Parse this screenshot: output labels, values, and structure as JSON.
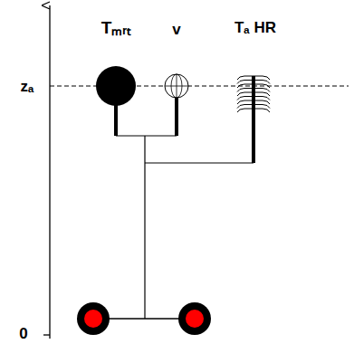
{
  "diagram": {
    "labels": [
      "Tₘᵣₜ",
      "v",
      "Tₐ HR",
      "zₐ",
      "0"
    ]
  }
}
